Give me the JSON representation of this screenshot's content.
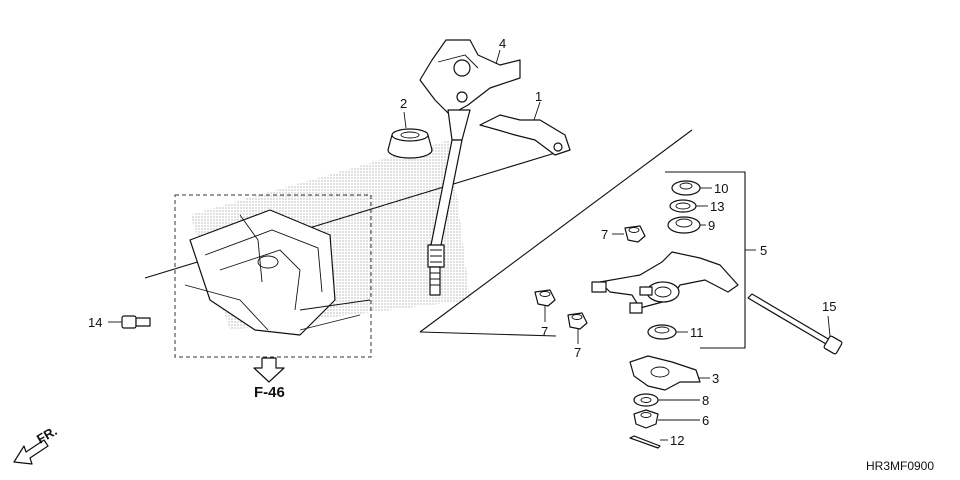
{
  "diagram_code": "HR3MF0900",
  "reference": {
    "arrow_label": "F-46"
  },
  "direction": {
    "label": "FR.",
    "icon": "front-direction-arrow-icon"
  },
  "callouts": [
    {
      "id": "c1",
      "label": "1"
    },
    {
      "id": "c2",
      "label": "2"
    },
    {
      "id": "c3",
      "label": "3"
    },
    {
      "id": "c4",
      "label": "4"
    },
    {
      "id": "c5",
      "label": "5"
    },
    {
      "id": "c6",
      "label": "6"
    },
    {
      "id": "c7a",
      "label": "7"
    },
    {
      "id": "c7b",
      "label": "7"
    },
    {
      "id": "c7c",
      "label": "7"
    },
    {
      "id": "c8",
      "label": "8"
    },
    {
      "id": "c9",
      "label": "9"
    },
    {
      "id": "c10",
      "label": "10"
    },
    {
      "id": "c11",
      "label": "11"
    },
    {
      "id": "c12",
      "label": "12"
    },
    {
      "id": "c13",
      "label": "13"
    },
    {
      "id": "c14",
      "label": "14"
    },
    {
      "id": "c15",
      "label": "15"
    }
  ]
}
